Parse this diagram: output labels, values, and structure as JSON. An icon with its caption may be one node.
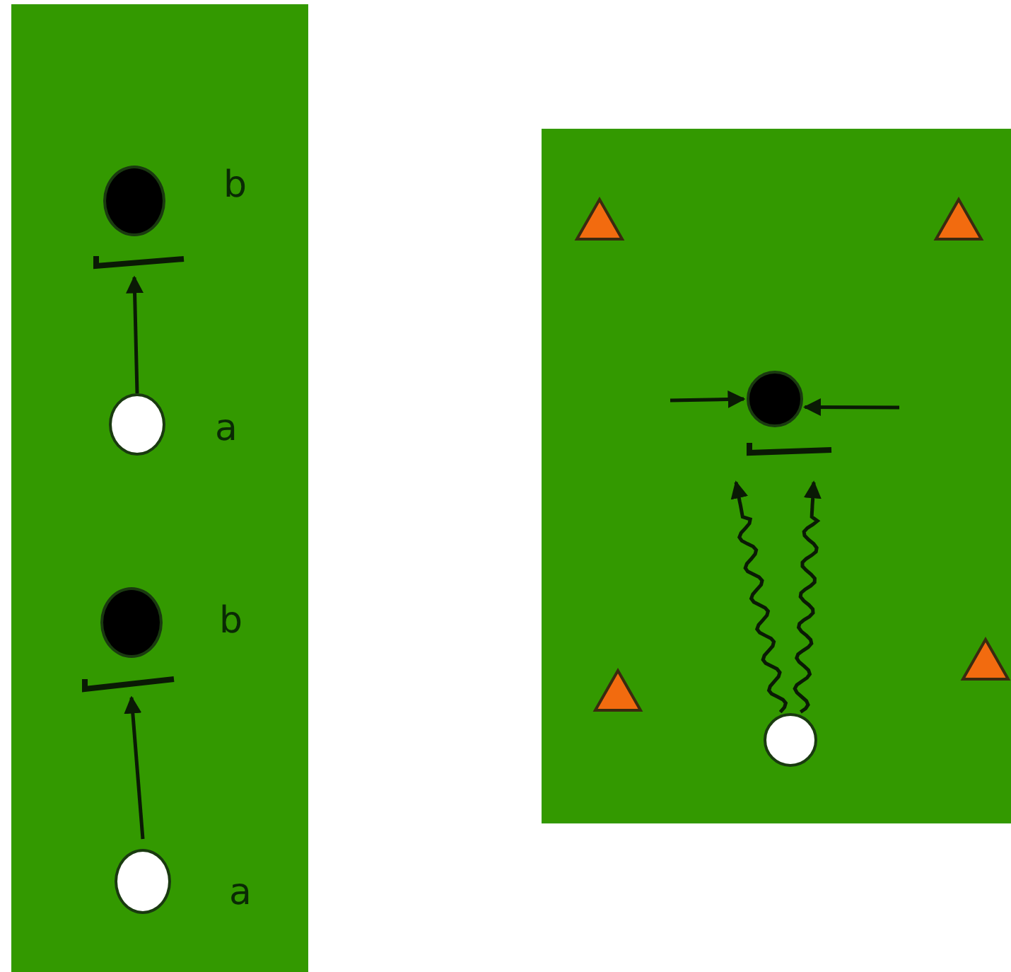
{
  "diagram": {
    "nodes": [
      {
        "text": [],
        "shape": "circle",
        "beside": [
          "b"
        ]
      },
      {
        "text": [],
        "shape": "circle",
        "beside": [
          "a"
        ]
      },
      {
        "text": [],
        "shape": "circle",
        "beside": [
          "b"
        ]
      },
      {
        "text": [],
        "shape": "circle",
        "beside": [
          "a"
        ]
      },
      {
        "text": [],
        "shape": "circle"
      },
      {
        "text": [],
        "shape": "circle"
      }
    ],
    "edges": [
      {
        "from": 1,
        "to": 0,
        "arrow": "to"
      },
      {
        "from": 3,
        "to": 2,
        "arrow": "to"
      },
      {
        "from": 5,
        "to": 4,
        "arrow": "to"
      },
      {
        "from": 5,
        "to": 4,
        "arrow": "to"
      },
      {
        "from": null,
        "to": 4,
        "arrow": "to"
      },
      {
        "from": null,
        "to": 4,
        "arrow": "to"
      }
    ]
  }
}
